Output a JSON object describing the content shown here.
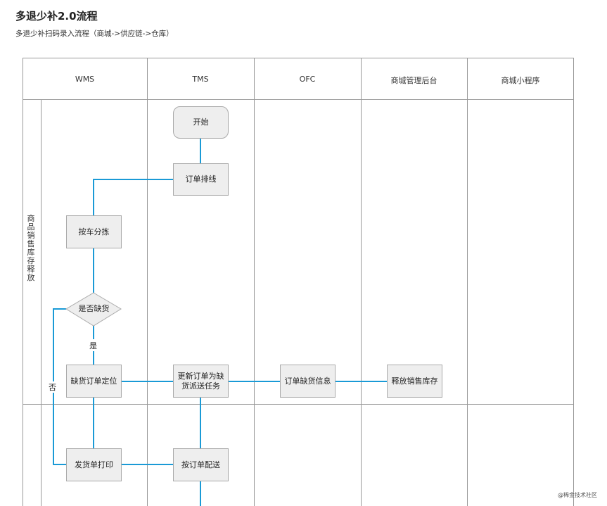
{
  "page": {
    "title": "多退少补2.0流程",
    "subtitle": "多退少补扫码录入流程（商城->供应链->仓库）"
  },
  "columns": [
    "WMS",
    "TMS",
    "OFC",
    "商城管理后台",
    "商城小程序"
  ],
  "lane": {
    "label": "商品销售库存释放"
  },
  "nodes": {
    "start": "开始",
    "order_routing": "订单排线",
    "sort_by_vehicle": "按车分拣",
    "is_shortage": "是否缺货",
    "shortage_location": "缺货订单定位",
    "update_order": "更新订单为缺货派送任务",
    "order_shortage_info": "订单缺货信息",
    "release_stock": "释放销售库存",
    "print_delivery": "发货单打印",
    "deliver_by_order": "按订单配送"
  },
  "edge_labels": {
    "yes": "是",
    "no": "否"
  },
  "watermark": "@稀金技术社区",
  "colors": {
    "connector": "#1a9ad6",
    "grid": "#999999",
    "node_fill": "#eeeeee"
  }
}
